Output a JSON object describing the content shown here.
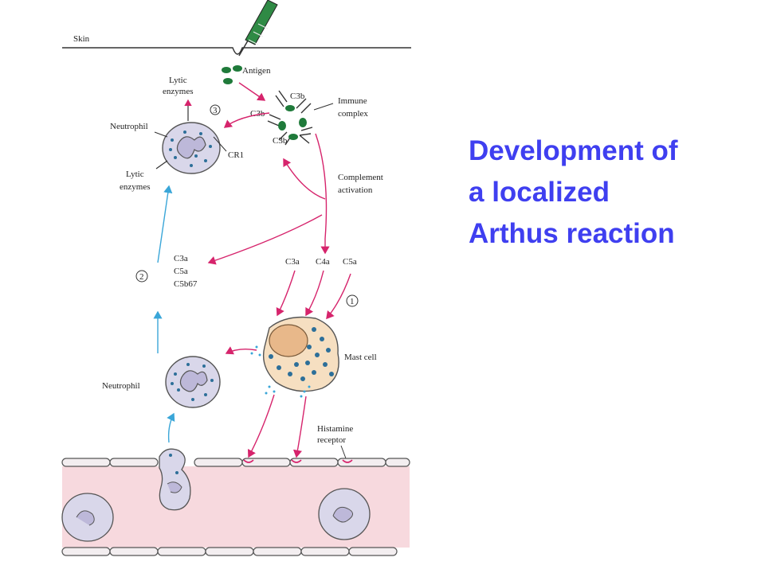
{
  "title": {
    "line1": "Development of",
    "line2": "a localized",
    "line3": "Arthus reaction"
  },
  "diagram": {
    "skin": "Skin",
    "antigen": "Antigen",
    "lytic_top_1": "Lytic",
    "lytic_top_2": "enzymes",
    "step3": "3",
    "c3b_top": "C3b",
    "c3b_left": "C3b",
    "c3b_bottom": "C3b",
    "immune_1": "Immune",
    "immune_2": "complex",
    "neutrophil_top": "Neutrophil",
    "cr1": "CR1",
    "lytic_bot_1": "Lytic",
    "lytic_bot_2": "enzymes",
    "complement_1": "Complement",
    "complement_2": "activation",
    "step2": "2",
    "c3a_left": "C3a",
    "c5a_left": "C5a",
    "c5b67": "C5b67",
    "c3a_right": "C3a",
    "c4a": "C4a",
    "c5a_right": "C5a",
    "step1": "1",
    "mast_cell": "Mast cell",
    "neutrophil_bottom": "Neutrophil",
    "histamine_1": "Histamine",
    "histamine_2": "receptor"
  },
  "colors": {
    "title": "#3f3ff0",
    "magenta_arrow": "#d6246c",
    "cyan_arrow": "#3aa6d8",
    "vessel_fill": "#f7d9de",
    "cell_fill": "#d9d7ea",
    "antigen_green": "#1f7a3a",
    "mast_fill": "#f6dfc1",
    "granule_blue": "#2d6f99"
  },
  "icons": [
    "syringe-icon",
    "antigen-icon",
    "antibody-icon",
    "neutrophil-icon",
    "mast-cell-icon",
    "blood-vessel-icon",
    "histamine-receptor-icon"
  ]
}
